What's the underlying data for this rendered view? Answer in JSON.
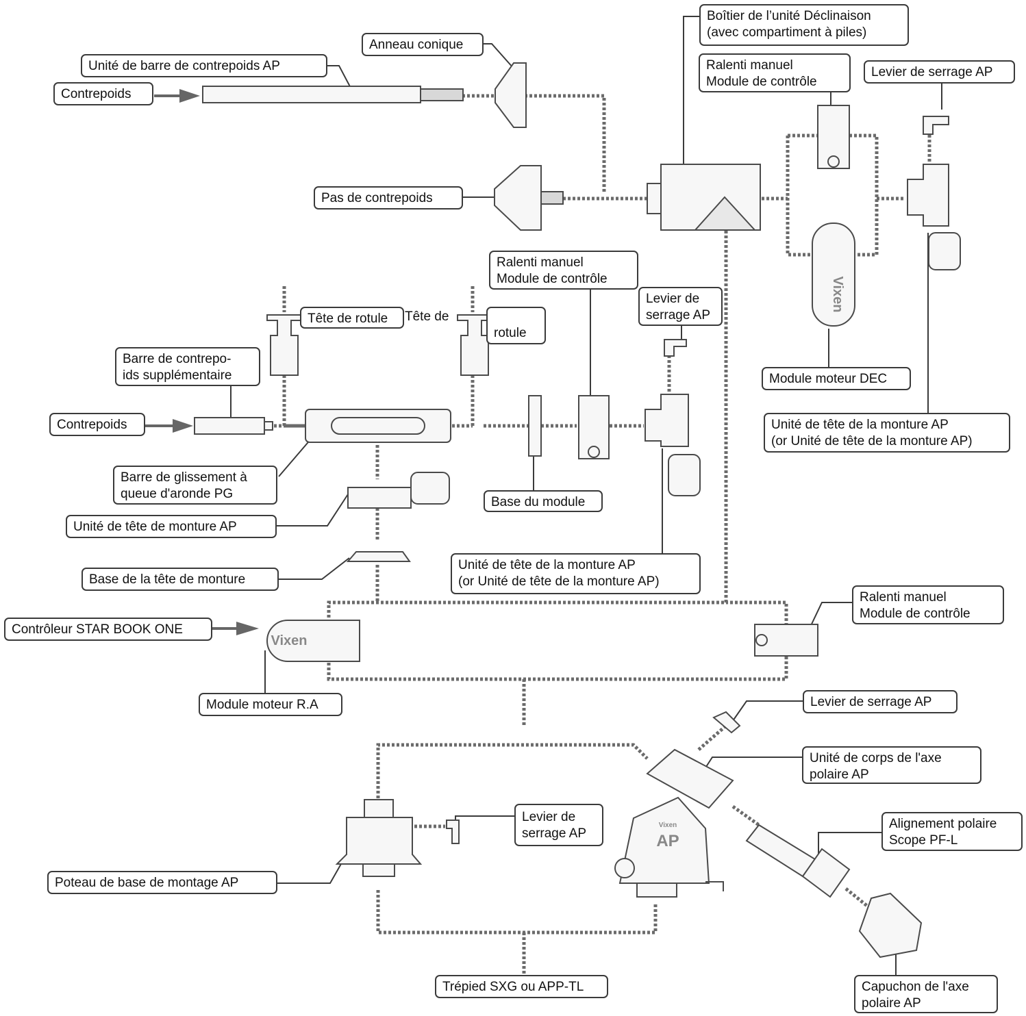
{
  "labels": {
    "contrepoids_top": "Contrepoids",
    "barre_contrepoids": "Unité de barre de contrepoids AP",
    "anneau_conique": "Anneau conique",
    "pas_contrepoids": "Pas de contrepoids",
    "boitier_dec": "Boîtier de l’unité Déclinaison\n(avec compartiment à piles)",
    "ralenti_top": "Ralenti manuel\nModule de contrôle",
    "levier_top_right": "Levier de serrage AP",
    "ralenti_mid": "Ralenti manuel\nModule de contrôle",
    "levier_mid": "Levier de\nserrage AP",
    "rotule_left": "Tête de rotule",
    "rotule_right_a": "Tête de",
    "rotule_right_b": "rotule",
    "barre_supp": "Barre de contrepo-\nids supplémentaire",
    "contrepoids_mid": "Contrepoids",
    "barre_glissement": "Barre de glissement à\nqueue d'aronde PG",
    "unite_tete_left": "Unité de tête de monture AP",
    "base_module": "Base du module",
    "module_dec": "Module moteur DEC",
    "unite_tete_right": "Unité de tête de la monture AP\n(or Unité de tête de la monture AP)",
    "base_tete": "Base de la tête de monture",
    "unite_tete_mid": "Unité de tête de la monture AP\n(or Unité de tête de la monture AP)",
    "ralenti_low": "Ralenti manuel\nModule de contrôle",
    "controleur": "Contrôleur STAR BOOK ONE",
    "module_ra": "Module moteur R.A",
    "levier_low_right": "Levier de serrage AP",
    "unite_corps": "Unité de corps de l'axe\npolaire AP",
    "levier_low_mid": "Levier de\nserrage AP",
    "alignement": "Alignement polaire\nScope PF-L",
    "poteau": "Poteau de base de montage AP",
    "trepied": "Trépied SXG ou APP-TL",
    "capuchon": "Capuchon de l'axe\npolaire AP"
  },
  "brand": {
    "logo_text": "Vixen",
    "mount_logo": "AP"
  },
  "colors": {
    "line": "#3a3a3a",
    "dotted": "#6b6b6b",
    "part_fill": "#f7f7f7",
    "part_stroke": "#4a4a4a"
  }
}
